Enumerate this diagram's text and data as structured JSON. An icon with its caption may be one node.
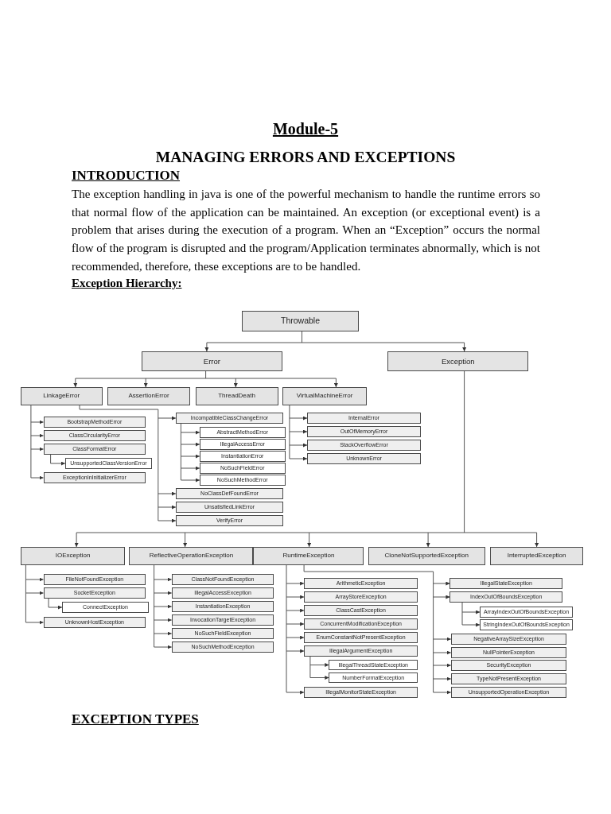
{
  "diagram": {
    "title": "Module-5",
    "nodes": [
      {
        "text": [
          "Throwable"
        ]
      },
      {
        "text": [
          "Error"
        ]
      },
      {
        "text": [
          "Exception"
        ]
      },
      {
        "text": [
          "LinkageError"
        ]
      },
      {
        "text": [
          "AssertionError"
        ]
      },
      {
        "text": [
          "ThreadDeath"
        ]
      },
      {
        "text": [
          "VirtualMachineError"
        ]
      },
      {
        "text": [
          "BootstrapMethodError"
        ]
      },
      {
        "text": [
          "ClassCircularityError"
        ]
      },
      {
        "text": [
          "ClassFormatError"
        ]
      },
      {
        "text": [
          "UnsupportedClassVersionError"
        ]
      },
      {
        "text": [
          "ExceptionInInitializerError"
        ]
      },
      {
        "text": [
          "IncompatibleClassChangeError"
        ]
      },
      {
        "text": [
          "AbstractMethodError"
        ]
      },
      {
        "text": [
          "IllegalAccessError"
        ]
      },
      {
        "text": [
          "InstantiationError"
        ]
      },
      {
        "text": [
          "NoSuchFieldError"
        ]
      },
      {
        "text": [
          "NoSuchMethodError"
        ]
      },
      {
        "text": [
          "NoClassDefFoundError"
        ]
      },
      {
        "text": [
          "UnsatisfiedLinkError"
        ]
      },
      {
        "text": [
          "VerifyError"
        ]
      },
      {
        "text": [
          "InternalError"
        ]
      },
      {
        "text": [
          "OutOfMemoryError"
        ]
      },
      {
        "text": [
          "StackOverflowError"
        ]
      },
      {
        "text": [
          "UnknownError"
        ]
      },
      {
        "text": [
          "IOException"
        ]
      },
      {
        "text": [
          "ReflectiveOperationException"
        ]
      },
      {
        "text": [
          "RuntimeException"
        ]
      },
      {
        "text": [
          "CloneNotSupportedException"
        ]
      },
      {
        "text": [
          "InterruptedException"
        ]
      },
      {
        "text": [
          "FileNotFoundException"
        ]
      },
      {
        "text": [
          "SocketException"
        ]
      },
      {
        "text": [
          "ConnectException"
        ]
      },
      {
        "text": [
          "UnknownHostException"
        ]
      },
      {
        "text": [
          "ClassNotFoundException"
        ]
      },
      {
        "text": [
          "IllegalAccessException"
        ]
      },
      {
        "text": [
          "InstantiationException"
        ]
      },
      {
        "text": [
          "InvocationTargetException"
        ]
      },
      {
        "text": [
          "NoSuchFieldException"
        ]
      },
      {
        "text": [
          "NoSuchMethodException"
        ]
      },
      {
        "text": [
          "ArithmeticException"
        ]
      },
      {
        "text": [
          "ArrayStoreException"
        ]
      },
      {
        "text": [
          "ClassCastException"
        ]
      },
      {
        "text": [
          "ConcurrentModificationException"
        ]
      },
      {
        "text": [
          "EnumConstantNotPresentException"
        ]
      },
      {
        "text": [
          "IllegalArgumentException"
        ]
      },
      {
        "text": [
          "IllegalThreadStateException"
        ]
      },
      {
        "text": [
          "NumberFormatException"
        ]
      },
      {
        "text": [
          "IllegalMonitorStateException"
        ]
      },
      {
        "text": [
          "IllegalStateException"
        ]
      },
      {
        "text": [
          "IndexOutOfBoundsException"
        ]
      },
      {
        "text": [
          "ArrayIndexOutOfBoundsException"
        ]
      },
      {
        "text": [
          "StringIndexOutOfBoundsException"
        ]
      },
      {
        "text": [
          "NegativeArraySizeException"
        ]
      },
      {
        "text": [
          "NullPointerException"
        ]
      },
      {
        "text": [
          "SecurityException"
        ]
      },
      {
        "text": [
          "TypeNotPresentException"
        ]
      },
      {
        "text": [
          "UnsupportedOperationException"
        ]
      }
    ],
    "edges": [
      {
        "from": 0,
        "to": 1,
        "arrow": "to"
      },
      {
        "from": 0,
        "to": 2,
        "arrow": "to"
      },
      {
        "from": 1,
        "to": 3,
        "arrow": "to"
      },
      {
        "from": 1,
        "to": 4,
        "arrow": "to"
      },
      {
        "from": 1,
        "to": 5,
        "arrow": "to"
      },
      {
        "from": 1,
        "to": 6,
        "arrow": "to"
      },
      {
        "from": 3,
        "to": 7,
        "arrow": "to"
      },
      {
        "from": 3,
        "to": 8,
        "arrow": "to"
      },
      {
        "from": 3,
        "to": 9,
        "arrow": "to"
      },
      {
        "from": 9,
        "to": 10,
        "arrow": "to"
      },
      {
        "from": 3,
        "to": 11,
        "arrow": "to"
      },
      {
        "from": 3,
        "to": 12,
        "arrow": "to"
      },
      {
        "from": 12,
        "to": 13,
        "arrow": "to"
      },
      {
        "from": 12,
        "to": 14,
        "arrow": "to"
      },
      {
        "from": 12,
        "to": 15,
        "arrow": "to"
      },
      {
        "from": 12,
        "to": 16,
        "arrow": "to"
      },
      {
        "from": 12,
        "to": 17,
        "arrow": "to"
      },
      {
        "from": 3,
        "to": 18,
        "arrow": "to"
      },
      {
        "from": 3,
        "to": 19,
        "arrow": "to"
      },
      {
        "from": 3,
        "to": 20,
        "arrow": "to"
      },
      {
        "from": 6,
        "to": 21,
        "arrow": "to"
      },
      {
        "from": 6,
        "to": 22,
        "arrow": "to"
      },
      {
        "from": 6,
        "to": 23,
        "arrow": "to"
      },
      {
        "from": 6,
        "to": 24,
        "arrow": "to"
      },
      {
        "from": 2,
        "to": 25,
        "arrow": "to"
      },
      {
        "from": 2,
        "to": 26,
        "arrow": "to"
      },
      {
        "from": 2,
        "to": 27,
        "arrow": "to"
      },
      {
        "from": 2,
        "to": 28,
        "arrow": "to"
      },
      {
        "from": 2,
        "to": 29,
        "arrow": "to"
      },
      {
        "from": 25,
        "to": 30,
        "arrow": "to"
      },
      {
        "from": 25,
        "to": 31,
        "arrow": "to"
      },
      {
        "from": 31,
        "to": 32,
        "arrow": "to"
      },
      {
        "from": 25,
        "to": 33,
        "arrow": "to"
      },
      {
        "from": 26,
        "to": 34,
        "arrow": "to"
      },
      {
        "from": 26,
        "to": 35,
        "arrow": "to"
      },
      {
        "from": 26,
        "to": 36,
        "arrow": "to"
      },
      {
        "from": 26,
        "to": 37,
        "arrow": "to"
      },
      {
        "from": 26,
        "to": 38,
        "arrow": "to"
      },
      {
        "from": 26,
        "to": 39,
        "arrow": "to"
      },
      {
        "from": 27,
        "to": 40,
        "arrow": "to"
      },
      {
        "from": 27,
        "to": 41,
        "arrow": "to"
      },
      {
        "from": 27,
        "to": 42,
        "arrow": "to"
      },
      {
        "from": 27,
        "to": 43,
        "arrow": "to"
      },
      {
        "from": 27,
        "to": 44,
        "arrow": "to"
      },
      {
        "from": 27,
        "to": 45,
        "arrow": "to"
      },
      {
        "from": 45,
        "to": 46,
        "arrow": "to"
      },
      {
        "from": 45,
        "to": 47,
        "arrow": "to"
      },
      {
        "from": 27,
        "to": 48,
        "arrow": "to"
      },
      {
        "from": 27,
        "to": 49,
        "arrow": "to"
      },
      {
        "from": 27,
        "to": 50,
        "arrow": "to"
      },
      {
        "from": 50,
        "to": 51,
        "arrow": "to"
      },
      {
        "from": 50,
        "to": 52,
        "arrow": "to"
      },
      {
        "from": 27,
        "to": 53,
        "arrow": "to"
      },
      {
        "from": 27,
        "to": 54,
        "arrow": "to"
      },
      {
        "from": 27,
        "to": 55,
        "arrow": "to"
      },
      {
        "from": 27,
        "to": 56,
        "arrow": "to"
      },
      {
        "from": 27,
        "to": 57,
        "arrow": "to"
      }
    ],
    "labels": [
      "MANAGING ERRORS AND EXCEPTIONS",
      "INTRODUCTION",
      "The exception handling in java is one of the powerful mechanism to handle the runtime errors so that normal flow of the application can be maintained. An exception (or exceptional event) is a problem that arises during the execution of a program. When an “Exception” occurs the normal flow of the program is disrupted and the program/Application terminates abnormally, which is not recommended, therefore, these exceptions are to be handled.",
      "Exception Hierarchy:",
      "EXCEPTION TYPES"
    ]
  }
}
